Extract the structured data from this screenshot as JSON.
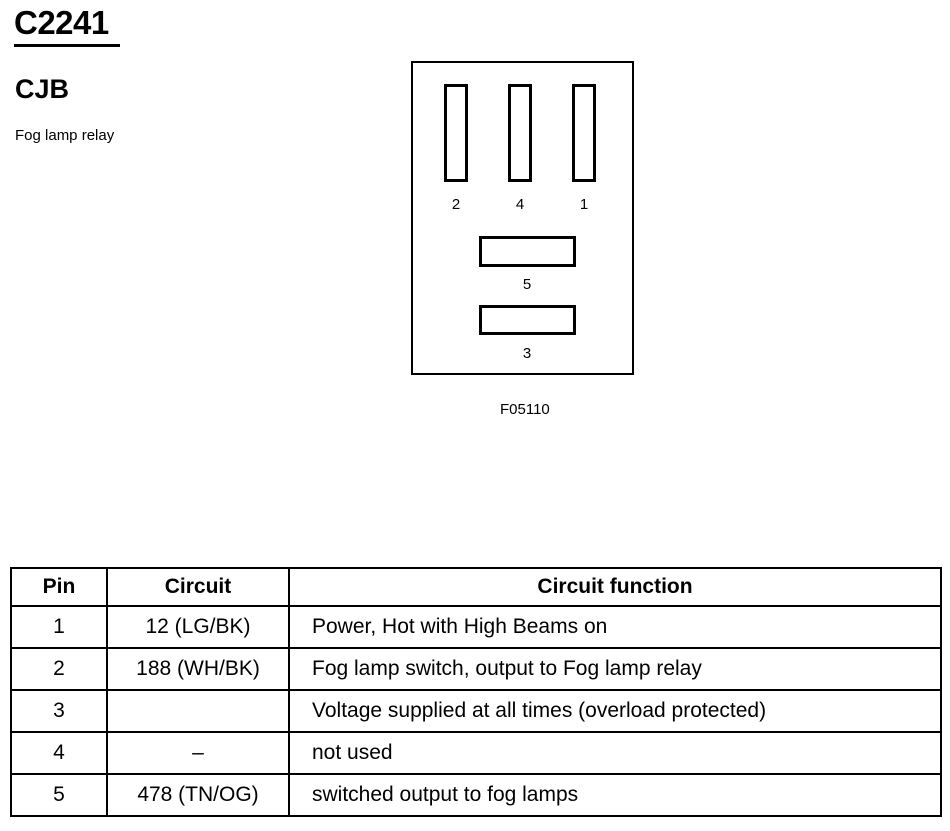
{
  "header": {
    "connector_id": "C2241",
    "location": "CJB",
    "component": "Fog lamp relay"
  },
  "diagram": {
    "figure_id": "F05110",
    "pins": [
      {
        "label": "2",
        "orientation": "vertical"
      },
      {
        "label": "4",
        "orientation": "vertical"
      },
      {
        "label": "1",
        "orientation": "vertical"
      },
      {
        "label": "5",
        "orientation": "horizontal"
      },
      {
        "label": "3",
        "orientation": "horizontal"
      }
    ]
  },
  "table": {
    "headers": [
      "Pin",
      "Circuit",
      "Circuit function"
    ],
    "rows": [
      {
        "pin": "1",
        "circuit": "12 (LG/BK)",
        "function": "Power, Hot with High Beams on"
      },
      {
        "pin": "2",
        "circuit": "188 (WH/BK)",
        "function": "Fog lamp switch, output to Fog lamp relay"
      },
      {
        "pin": "3",
        "circuit": "",
        "function": "Voltage supplied at all times (overload protected)"
      },
      {
        "pin": "4",
        "circuit": "–",
        "function": "not used"
      },
      {
        "pin": "5",
        "circuit": "478 (TN/OG)",
        "function": "switched output to fog lamps"
      }
    ]
  }
}
